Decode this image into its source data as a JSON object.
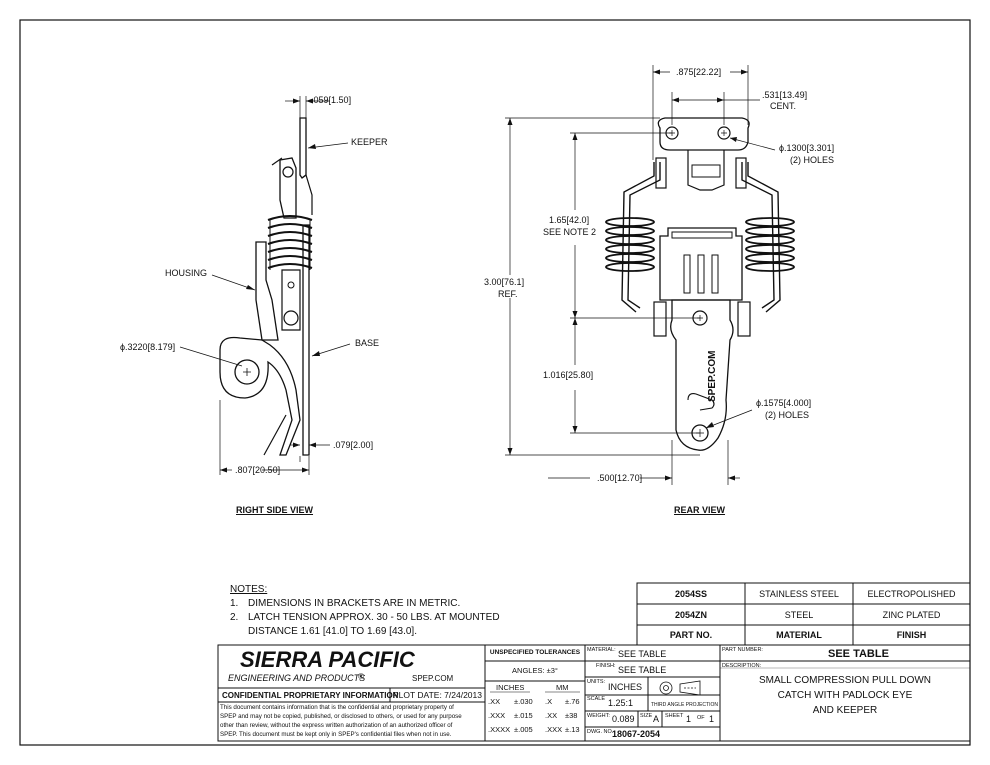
{
  "views": {
    "right_side": {
      "title": "RIGHT SIDE VIEW",
      "callouts": {
        "keeper": "KEEPER",
        "housing": "HOUSING",
        "base": "BASE"
      },
      "dimensions": {
        "thickness_top": ".059",
        "thickness_top_mm": "1.50",
        "hole_dia": "ϕ.3220",
        "hole_dia_mm": "8.179",
        "base_thickness": ".079",
        "base_thickness_mm": "2.00",
        "depth": ".807",
        "depth_mm": "20.50"
      }
    },
    "rear": {
      "title": "REAR VIEW",
      "dimensions": {
        "width": ".875",
        "width_mm": "22.22",
        "cent": ".531",
        "cent_mm": "13.49",
        "cent_label": "CENT.",
        "top_holes": "ϕ.1300",
        "top_holes_mm": "3.301",
        "top_holes_note": "(2) HOLES",
        "span": "1.65",
        "span_mm": "42.0",
        "span_note": "SEE NOTE 2",
        "overall": "3.00",
        "overall_mm": "76.1",
        "overall_note": "REF.",
        "lower": "1.016",
        "lower_mm": "25.80",
        "bottom_holes": "ϕ.1575",
        "bottom_holes_mm": "4.000",
        "bottom_holes_note": "(2) HOLES",
        "bottom_width": ".500",
        "bottom_width_mm": "12.70"
      },
      "stamp": "SPEP.COM"
    }
  },
  "notes": {
    "title": "NOTES:",
    "items": [
      {
        "num": "1.",
        "text": "DIMENSIONS IN BRACKETS ARE IN METRIC."
      },
      {
        "num": "2.",
        "text": "LATCH TENSION APPROX. 30 - 50 LBS. AT MOUNTED"
      },
      {
        "num": "",
        "text": "DISTANCE 1.61 [41.0] TO 1.69 [43.0]."
      }
    ]
  },
  "parts_table": {
    "rows": [
      {
        "part": "2054SS",
        "material": "STAINLESS STEEL",
        "finish": "ELECTROPOLISHED"
      },
      {
        "part": "2054ZN",
        "material": "STEEL",
        "finish": "ZINC PLATED"
      }
    ],
    "headers": {
      "part": "PART NO.",
      "material": "MATERIAL",
      "finish": "FINISH"
    }
  },
  "title_block": {
    "company": "SIERRA PACIFIC",
    "company_sub": "ENGINEERING AND PRODUCTS",
    "website": "SPEP.COM",
    "confidential_title": "CONFIDENTIAL PROPRIETARY INFORMATION",
    "plot_date": "PLOT DATE: 7/24/2013",
    "confidential_lines": [
      "This document contains information that is the confidential and proprietary property of",
      "SPEP and may not be copied, published, or disclosed to others, or used for any purpose",
      "other than review, without the express written authorization of an authorized officer of",
      "SPEP. This document must be kept only in SPEP's confidential files when not in use."
    ],
    "tolerances": {
      "title": "UNSPECIFIED TOLERANCES",
      "angles": "ANGLES: ±3°",
      "inches_header": "INCHES",
      "mm_header": "MM",
      "rows": [
        {
          "in_label": ".XX",
          "in_val": "±.030",
          "mm_label": ".X",
          "mm_val": "±.76"
        },
        {
          "in_label": ".XXX",
          "in_val": "±.015",
          "mm_label": ".XX",
          "mm_val": "±38"
        },
        {
          "in_label": ".XXXX",
          "in_val": "±.005",
          "mm_label": ".XXX",
          "mm_val": "±.13"
        }
      ]
    },
    "material_label": "MATERIAL:",
    "material_value": "SEE TABLE",
    "finish_label": "FINISH:",
    "finish_value": "SEE TABLE",
    "units_label": "UNITS:",
    "units_value": "INCHES",
    "projection": "THIRD ANGLE PROJECTION",
    "scale_label": "SCALE",
    "scale_value": "1.25:1",
    "weight_label": "WEIGHT:",
    "weight_value": "0.089",
    "size_label": "SIZE",
    "size_value": "A",
    "sheet_label": "SHEET",
    "sheet_value": "1",
    "sheet_of": "OF",
    "sheet_total": "1",
    "dwg_label": "DWG. NO.",
    "dwg_value": "18067-2054",
    "partnumber_label": "PART NUMBER:",
    "partnumber_value": "SEE TABLE",
    "description_label": "DESCRIPTION:",
    "description_lines": [
      "SMALL COMPRESSION PULL DOWN",
      "CATCH WITH PADLOCK EYE",
      "AND KEEPER"
    ]
  }
}
